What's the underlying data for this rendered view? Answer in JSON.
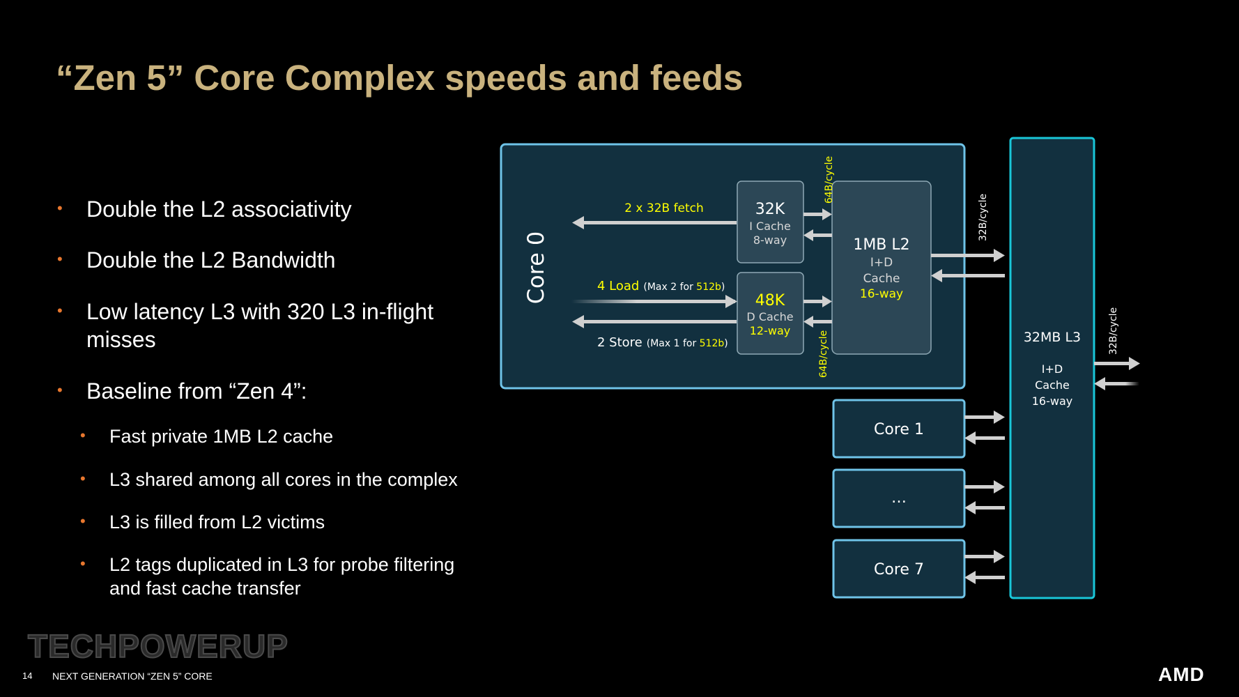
{
  "title": "“Zen 5” Core Complex speeds and feeds",
  "bullets": [
    {
      "level": 1,
      "text": "Double the L2 associativity"
    },
    {
      "level": 1,
      "text": "Double the L2 Bandwidth"
    },
    {
      "level": 1,
      "text": "Low latency L3 with 320 L3 in-flight",
      "text2": "misses"
    },
    {
      "level": 1,
      "text": "Baseline from “Zen 4”:"
    },
    {
      "level": 2,
      "text": "Fast private 1MB L2 cache"
    },
    {
      "level": 2,
      "text": "L3 shared among all cores in the complex"
    },
    {
      "level": 2,
      "text": "L3 is filled from L2 victims"
    },
    {
      "level": 2,
      "text": "L2 tags duplicated in L3 for probe filtering",
      "text2": "and fast cache transfer"
    }
  ],
  "diagram": {
    "core0": "Core 0",
    "icache": {
      "size": "32K",
      "name": "I Cache",
      "ways": "8-way"
    },
    "dcache": {
      "size": "48K",
      "name": "D Cache",
      "ways": "12-way"
    },
    "l2": {
      "size": "1MB L2",
      "type": "I+D",
      "name": "Cache",
      "ways": "16-way"
    },
    "l3": {
      "size": "32MB L3",
      "type": "I+D",
      "name": "Cache",
      "ways": "16-way"
    },
    "fetch": "2 x 32B fetch",
    "load_main": "4 Load",
    "load_paren_a": "(Max 2 for ",
    "load_paren_b": "512b",
    "load_paren_c": ")",
    "store_main": "2 Store",
    "store_paren_a": "(Max 1 for ",
    "store_paren_b": "512b",
    "store_paren_c": ")",
    "bw_top": "64B/cycle",
    "bw_bottom": "64B/cycle",
    "bw_l2_l3": "32B/cycle",
    "bw_l3_out": "32B/cycle",
    "core1": "Core 1",
    "core_ellipsis": "…",
    "core7": "Core 7"
  },
  "footer": {
    "page": "14",
    "text": "NEXT GENERATION “ZEN 5” CORE"
  },
  "logo": "AMD",
  "watermark": "TECHPOWERUP",
  "colors": {
    "title": "#c9b27e",
    "bullet": "#e8772e",
    "highlight": "#ffff00",
    "box_fill": "#12303f",
    "border": "#6fc3e8",
    "l3_border": "#19c6d8"
  }
}
